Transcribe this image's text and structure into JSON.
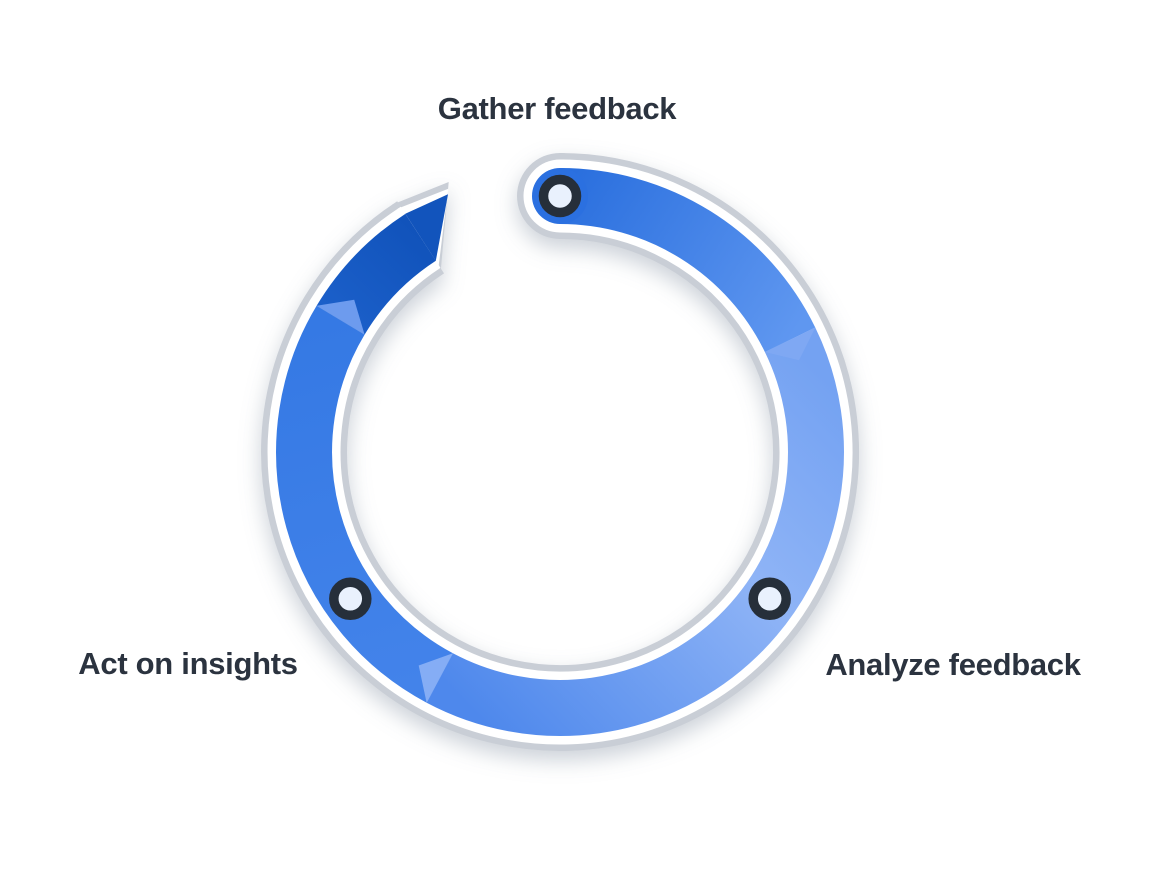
{
  "diagram": {
    "title": "feedback-loop-cycle",
    "type": "cycle",
    "direction": "clockwise",
    "steps": [
      {
        "label": "Gather feedback",
        "position": "top",
        "angle_deg": -90
      },
      {
        "label": "Analyze feedback",
        "position": "bottom-right",
        "angle_deg": 35
      },
      {
        "label": "Act on insights",
        "position": "bottom-left",
        "angle_deg": 145
      }
    ],
    "colors": {
      "ring_dark": "#1254bc",
      "ring_medium": "#2b70e0",
      "ring_light": "#8fb4f6",
      "casing_white": "#ffffff",
      "casing_gray": "#c9ced6",
      "node_ring": "#262f3a",
      "node_fill": "#e9f1fd",
      "label_text": "#2b333f",
      "background": "#ffffff"
    }
  }
}
